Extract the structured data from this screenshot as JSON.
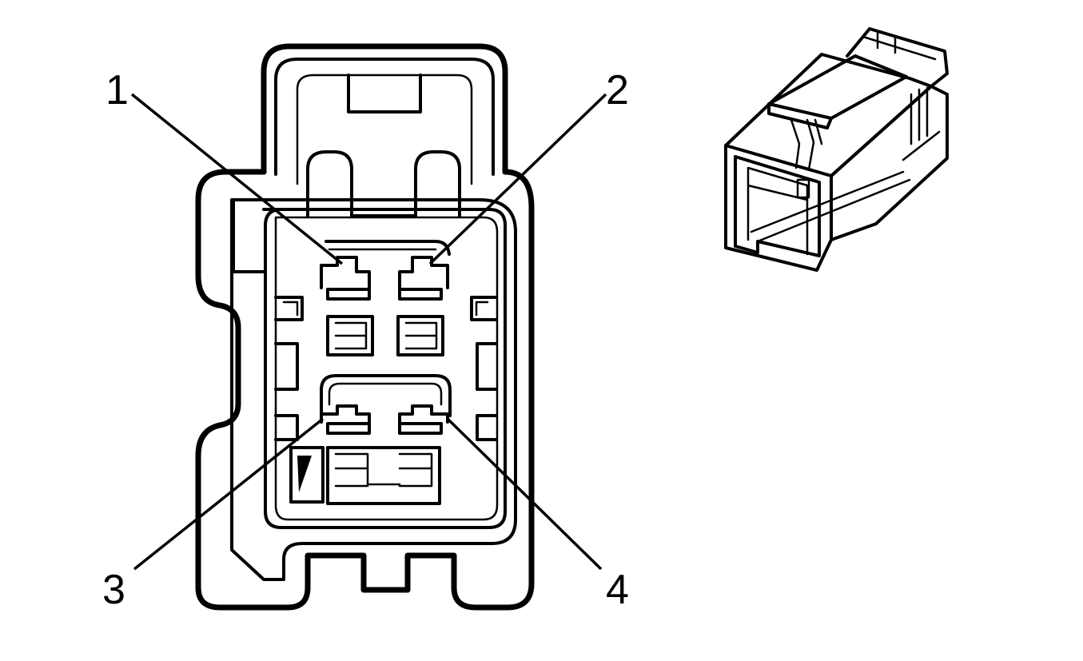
{
  "diagram": {
    "pin_labels": [
      "1",
      "2",
      "3",
      "4"
    ],
    "line_color": "#000000",
    "background_color": "#ffffff"
  }
}
